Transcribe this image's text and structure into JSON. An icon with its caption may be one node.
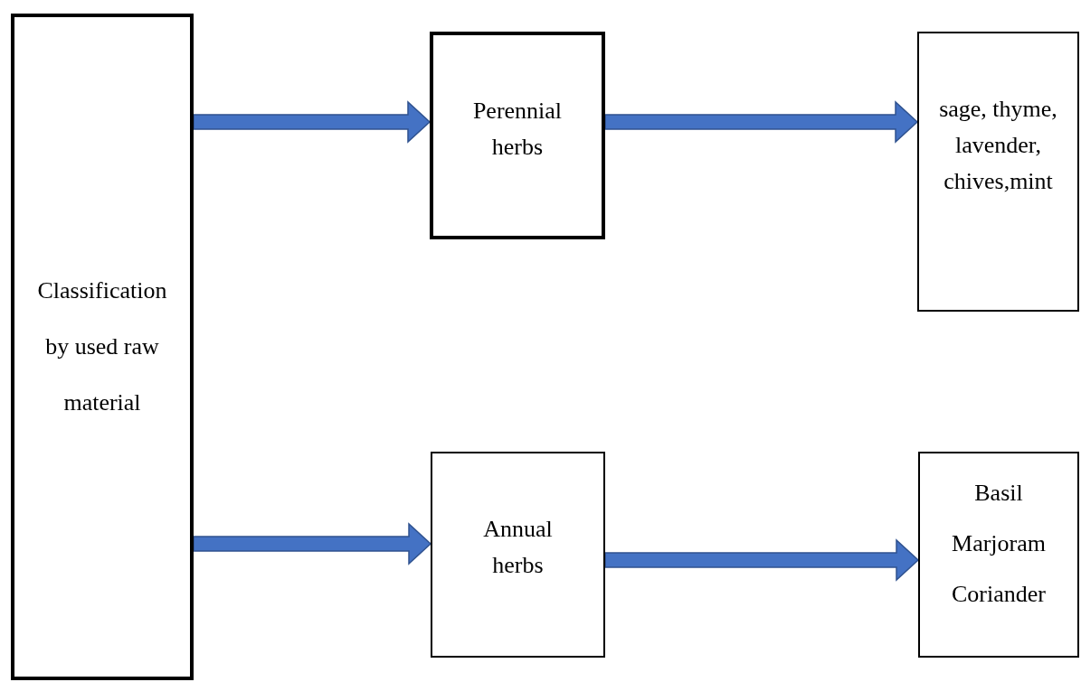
{
  "diagram": {
    "nodes": [
      {
        "text": [
          "Classification by used raw material"
        ]
      },
      {
        "text": [
          "Perennial herbs"
        ]
      },
      {
        "text": [
          "sage, thyme, lavender, chives,mint"
        ]
      },
      {
        "text": [
          "Annual herbs"
        ]
      },
      {
        "text": [
          "Basil",
          "Marjoram",
          "Coriander"
        ]
      }
    ],
    "edges": [
      {
        "from": 0,
        "to": 1,
        "arrow": "to"
      },
      {
        "from": 1,
        "to": 2,
        "arrow": "to"
      },
      {
        "from": 0,
        "to": 3,
        "arrow": "to"
      },
      {
        "from": 3,
        "to": 4,
        "arrow": "to"
      }
    ]
  }
}
